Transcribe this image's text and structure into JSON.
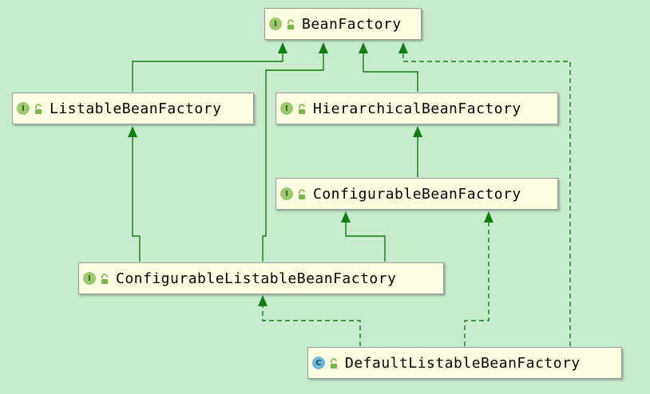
{
  "diagram": {
    "colors": {
      "background": "#c7ebcd",
      "node_fill": "#ffffe4",
      "edge": "#137c13"
    },
    "nodes": {
      "bean_factory": {
        "name": "BeanFactory",
        "kind": "interface",
        "kind_letter": "I"
      },
      "listable_bean_factory": {
        "name": "ListableBeanFactory",
        "kind": "interface",
        "kind_letter": "I"
      },
      "hierarchical_bean_factory": {
        "name": "HierarchicalBeanFactory",
        "kind": "interface",
        "kind_letter": "I"
      },
      "configurable_bean_factory": {
        "name": "ConfigurableBeanFactory",
        "kind": "interface",
        "kind_letter": "I"
      },
      "configurable_listable_bean_factory": {
        "name": "ConfigurableListableBeanFactory",
        "kind": "interface",
        "kind_letter": "I"
      },
      "default_listable_bean_factory": {
        "name": "DefaultListableBeanFactory",
        "kind": "class",
        "kind_letter": "C"
      }
    },
    "edges": [
      {
        "from": "ListableBeanFactory",
        "to": "BeanFactory",
        "type": "extends"
      },
      {
        "from": "HierarchicalBeanFactory",
        "to": "BeanFactory",
        "type": "extends"
      },
      {
        "from": "ConfigurableListableBeanFactory",
        "to": "BeanFactory",
        "type": "extends"
      },
      {
        "from": "DefaultListableBeanFactory",
        "to": "BeanFactory",
        "type": "implements"
      },
      {
        "from": "ConfigurableBeanFactory",
        "to": "HierarchicalBeanFactory",
        "type": "extends"
      },
      {
        "from": "ConfigurableListableBeanFactory",
        "to": "ListableBeanFactory",
        "type": "extends"
      },
      {
        "from": "ConfigurableListableBeanFactory",
        "to": "ConfigurableBeanFactory",
        "type": "extends"
      },
      {
        "from": "DefaultListableBeanFactory",
        "to": "ConfigurableListableBeanFactory",
        "type": "implements"
      },
      {
        "from": "DefaultListableBeanFactory",
        "to": "ConfigurableBeanFactory",
        "type": "implements"
      }
    ]
  }
}
